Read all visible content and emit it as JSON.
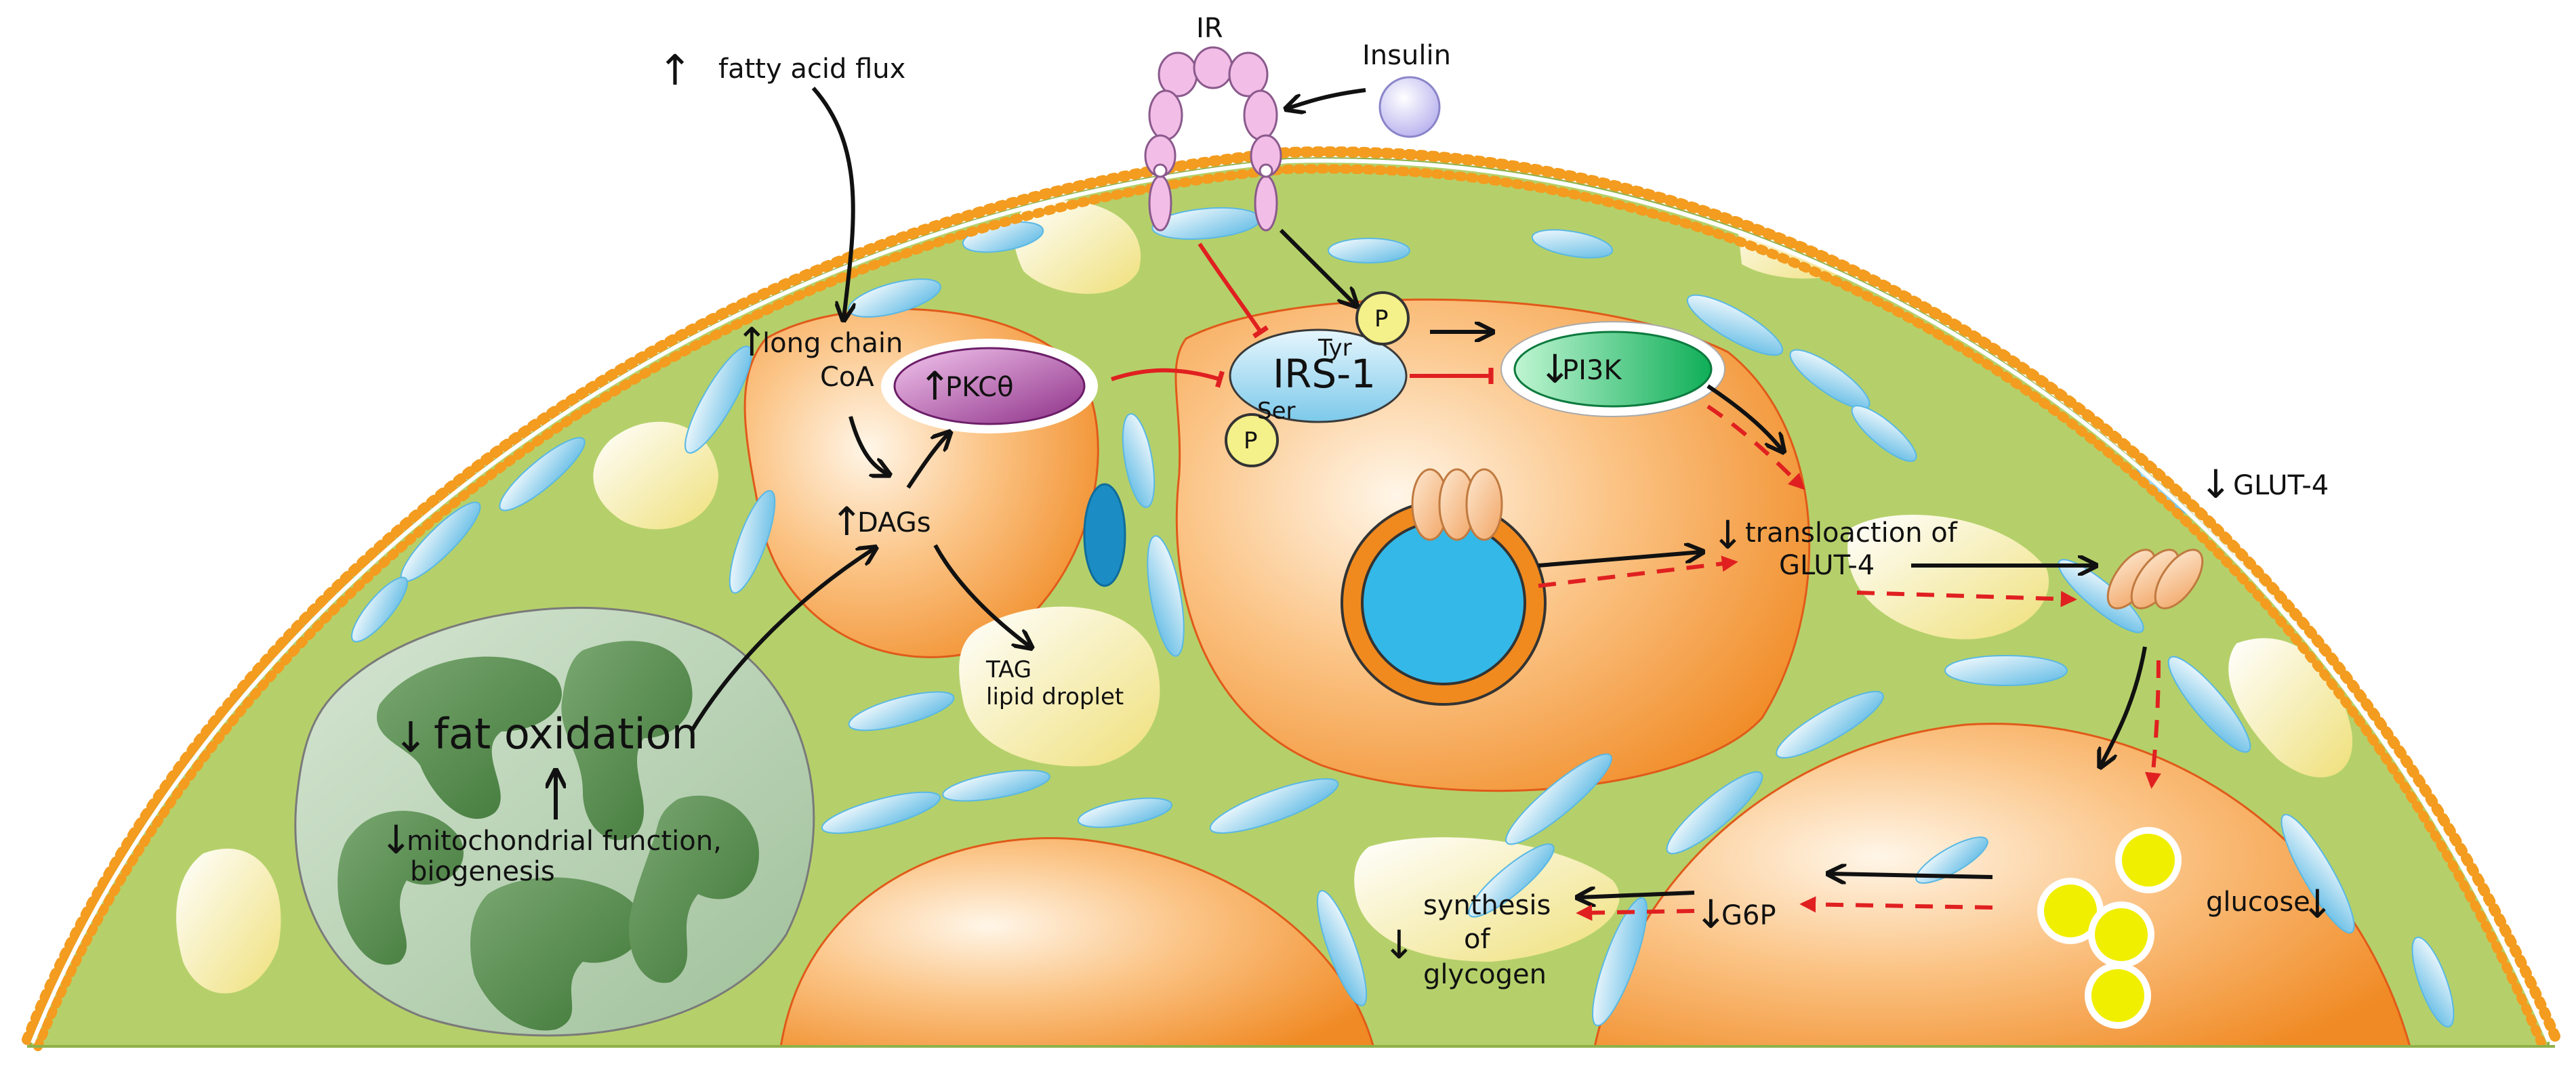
{
  "labels": {
    "fatty_acid_flux": "fatty acid flux",
    "ir": "IR",
    "insulin": "Insulin",
    "long_chain": "long chain",
    "coa": "CoA",
    "pkc": "PKCθ",
    "dags": "DAGs",
    "tag": "TAG",
    "lipid_droplet": "lipid droplet",
    "tyr": "Tyr",
    "irs1": "IRS-1",
    "ser": "Ser",
    "p": "P",
    "pi3k": "PI3K",
    "translocation_1": "transloaction of",
    "translocation_2": "GLUT-4",
    "glut4": "GLUT-4",
    "fat_oxidation": "fat oxidation",
    "mito_1": "mitochondrial function,",
    "mito_2": "biogenesis",
    "synthesis_1": "synthesis",
    "synthesis_2": "of",
    "synthesis_3": "glycogen",
    "g6p": "G6P",
    "glucose": "glucose"
  },
  "arrow_glyphs": {
    "up": "↑",
    "down": "↓"
  },
  "colors": {
    "cytoplasm": "#b5d06a",
    "membrane": "#f39c1f",
    "organelle_orange": "#f7a24e",
    "er_blue": "#7ec8e8",
    "mitochondrion": "#b9d3b5",
    "cristae": "#4f8a47",
    "inhibition_red": "#e02020",
    "pkc_purple": "#a13b9c",
    "pi3k_green": "#19c46a",
    "irs_blue": "#a9dcf0",
    "phosphate_yellow": "#f4f08a",
    "glucose_yellow": "#f1ef00"
  }
}
